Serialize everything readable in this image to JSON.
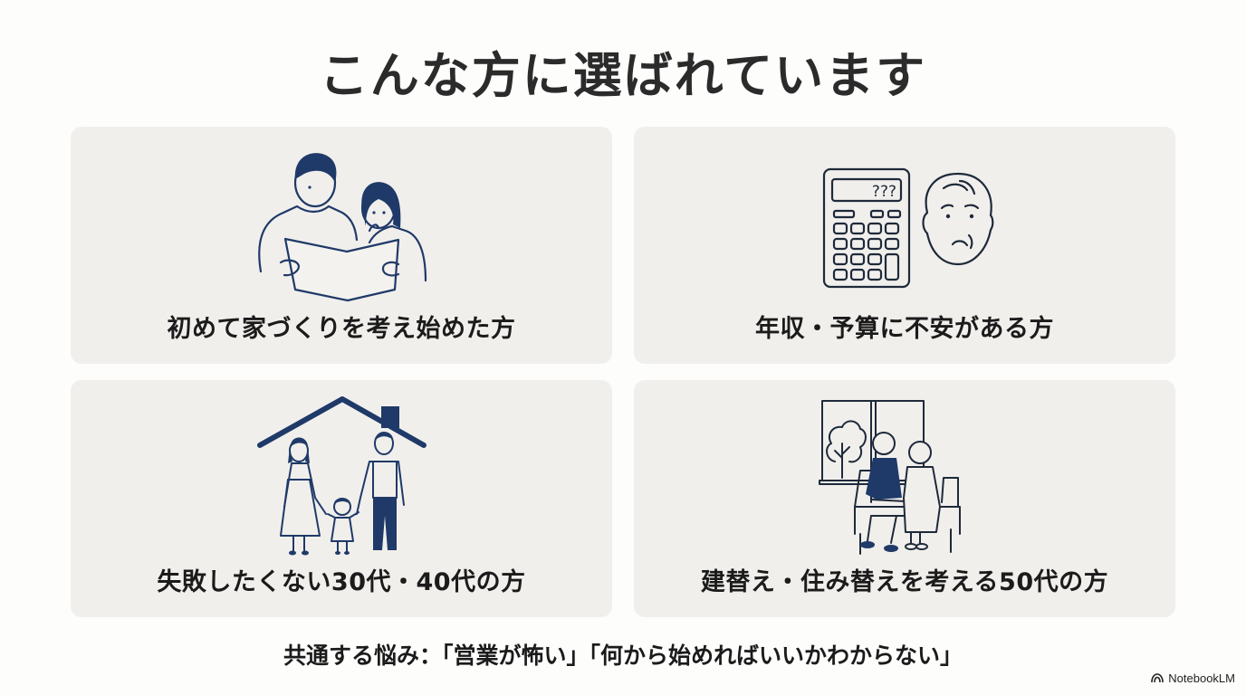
{
  "slide": {
    "title": "こんな方に選ばれています",
    "cards": [
      {
        "label": "初めて家づくりを考え始めた方",
        "icon": "couple-reading-plans-icon"
      },
      {
        "label": "年収・予算に不安がある方",
        "icon": "calculator-worried-face-icon"
      },
      {
        "label": "失敗したくない30代・40代の方",
        "icon": "family-under-roof-icon"
      },
      {
        "label": "建替え・住み替えを考える50代の方",
        "icon": "senior-couple-bench-icon"
      }
    ],
    "calculator_display": "???",
    "footer": "共通する悩み：「営業が怖い」「何から始めればいいかわからない」"
  },
  "brand": {
    "name": "NotebookLM",
    "icon": "notebooklm-logo-icon"
  },
  "colors": {
    "background": "#fdfdfc",
    "card": "#f1efec",
    "navy": "#1f3a68",
    "text": "#1b1b1b"
  }
}
